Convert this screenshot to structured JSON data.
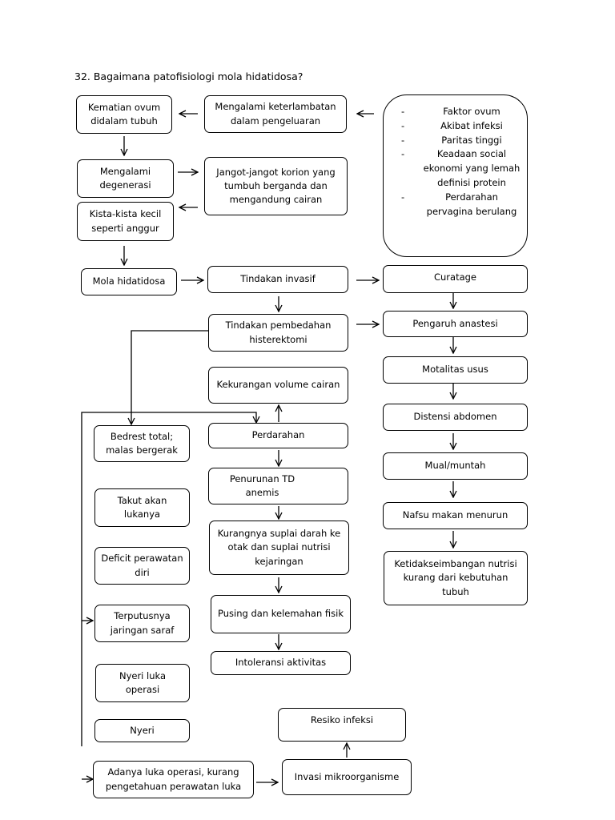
{
  "title": "32. Bagaimana patofisiologi mola hidatidosa?",
  "nodes": {
    "kematian_ovum": "Kematian ovum didalam tubuh",
    "keterlambatan": "Mengalami keterlambatan dalam pengeluaran",
    "degenerasi": "Mengalami degenerasi",
    "jangot": "Jangot-jangot korion yang tumbuh berganda dan mengandung cairan",
    "kista": "Kista-kista kecil seperti anggur",
    "mola": "Mola hidatidosa",
    "tindakan_invasif": "Tindakan invasif",
    "curatage": "Curatage",
    "pembedahan": "Tindakan pembedahan histerektomi",
    "anastesi": "Pengaruh anastesi",
    "kekurangan_volume": "Kekurangan volume cairan",
    "motalitas": "Motalitas usus",
    "distensi": "Distensi abdomen",
    "perdarahan": "Perdarahan",
    "bedrest": "Bedrest total; malas bergerak",
    "mual": "Mual/muntah",
    "penurunan_td": "Penurunan TD anemis",
    "takut": "Takut akan lukanya",
    "nafsu": "Nafsu makan menurun",
    "kurangnya_suplai": "Kurangnya suplai darah ke otak dan suplai nutrisi kejaringan",
    "deficit": "Deficit perawatan diri",
    "ketidakseimbangan": "Ketidakseimbangan nutrisi kurang dari kebutuhan tubuh",
    "pusing": "Pusing dan kelemahan fisik",
    "terputusnya": "Terputusnya jaringan saraf",
    "intoleransi": "Intoleransi aktivitas",
    "nyeri_luka": "Nyeri luka operasi",
    "resiko": "Resiko infeksi",
    "nyeri": "Nyeri",
    "adanya_luka": "Adanya luka operasi, kurang pengetahuan perawatan luka",
    "invasi": "Invasi mikroorganisme"
  },
  "factors": [
    "Faktor ovum",
    "Akibat infeksi",
    "Paritas tinggi",
    "Keadaan social ekonomi yang lemah definisi protein",
    "Perdarahan pervagina berulang"
  ]
}
